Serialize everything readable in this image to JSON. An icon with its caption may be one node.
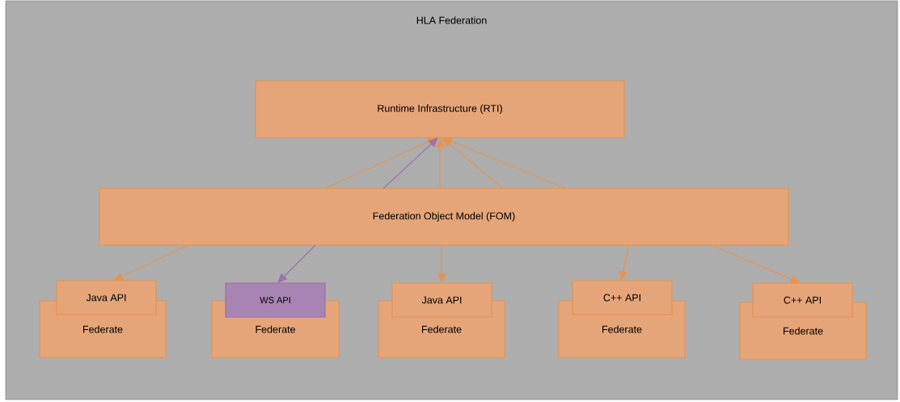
{
  "diagram": {
    "nodes": [
      {
        "text": [
          "HLA Federation"
        ]
      },
      {
        "text": [
          "Runtime Infrastructure (RTI)"
        ],
        "in": 0
      },
      {
        "text": [
          "Federation Object Model (FOM)"
        ],
        "in": 0
      },
      {
        "text": [
          "Java API"
        ],
        "in": 0
      },
      {
        "text": [
          "Federate"
        ],
        "in": 0
      },
      {
        "text": [
          "WS API"
        ],
        "in": 0
      },
      {
        "text": [
          "Federate"
        ],
        "in": 0
      },
      {
        "text": [
          "Java API"
        ],
        "in": 0
      },
      {
        "text": [
          "Federate"
        ],
        "in": 0
      },
      {
        "text": [
          "C++ API"
        ],
        "in": 0
      },
      {
        "text": [
          "Federate"
        ],
        "in": 0
      },
      {
        "text": [
          "C++ API"
        ],
        "in": 0
      },
      {
        "text": [
          "Federate"
        ],
        "in": 0
      }
    ],
    "edges": [
      {
        "from": 2,
        "to": 1,
        "arrow": "to"
      },
      {
        "from": 2,
        "to": 1,
        "arrow": "to",
        "color": "#9b73ab"
      },
      {
        "from": 2,
        "to": 1,
        "arrow": "to"
      },
      {
        "from": 2,
        "to": 1,
        "arrow": "to"
      },
      {
        "from": 2,
        "to": 1,
        "arrow": "to"
      },
      {
        "from": 2,
        "to": 3,
        "arrow": "to"
      },
      {
        "from": 2,
        "to": 5,
        "arrow": "to",
        "color": "#9b73ab"
      },
      {
        "from": 2,
        "to": 7,
        "arrow": "to"
      },
      {
        "from": 2,
        "to": 9,
        "arrow": "to"
      },
      {
        "from": 2,
        "to": 11,
        "arrow": "to"
      }
    ]
  }
}
